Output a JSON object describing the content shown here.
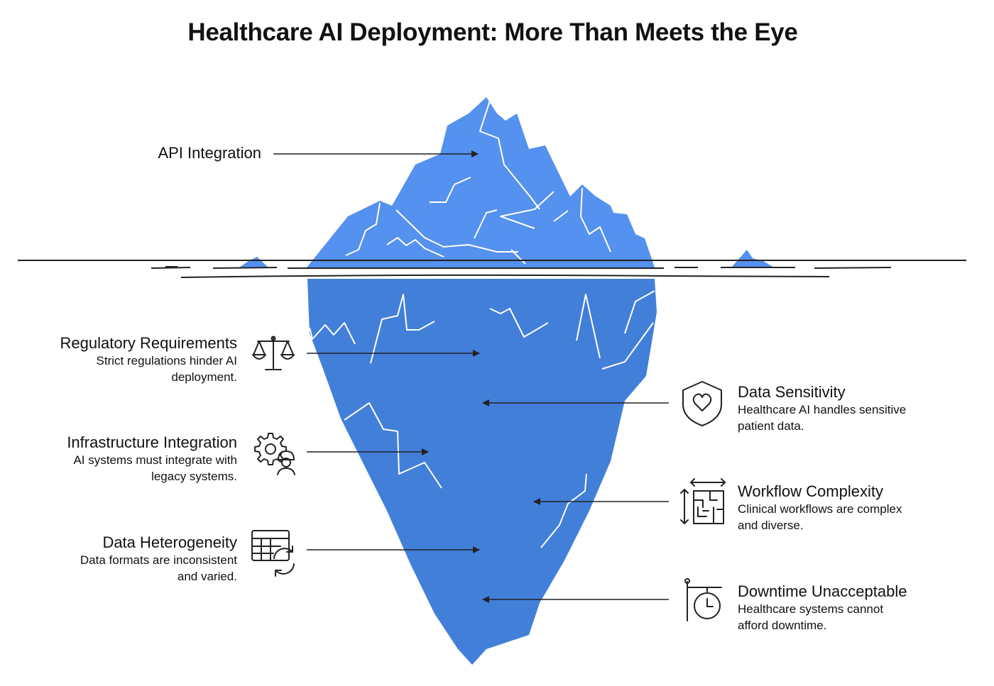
{
  "title": "Healthcare AI Deployment: More Than Meets the Eye",
  "colors": {
    "ice_top": "#5591ee",
    "ice_bottom": "#427fd9",
    "line": "#222222",
    "text": "#111111"
  },
  "above_water": {
    "label": "API Integration"
  },
  "left_items": [
    {
      "title": "Regulatory Requirements",
      "desc1": "Strict regulations hinder AI",
      "desc2": "deployment.",
      "icon": "scales-icon"
    },
    {
      "title": "Infrastructure Integration",
      "desc1": "AI systems must integrate with",
      "desc2": "legacy systems.",
      "icon": "gear-worker-icon"
    },
    {
      "title": "Data Heterogeneity",
      "desc1": "Data formats are inconsistent",
      "desc2": "and varied.",
      "icon": "table-sync-icon"
    }
  ],
  "right_items": [
    {
      "title": "Data Sensitivity",
      "desc1": "Healthcare AI handles sensitive",
      "desc2": "patient data.",
      "icon": "shield-heart-icon"
    },
    {
      "title": "Workflow Complexity",
      "desc1": "Clinical workflows are complex",
      "desc2": "and diverse.",
      "icon": "maze-icon"
    },
    {
      "title": "Downtime Unacceptable",
      "desc1": "Healthcare systems cannot",
      "desc2": "afford downtime.",
      "icon": "clock-sign-icon"
    }
  ]
}
